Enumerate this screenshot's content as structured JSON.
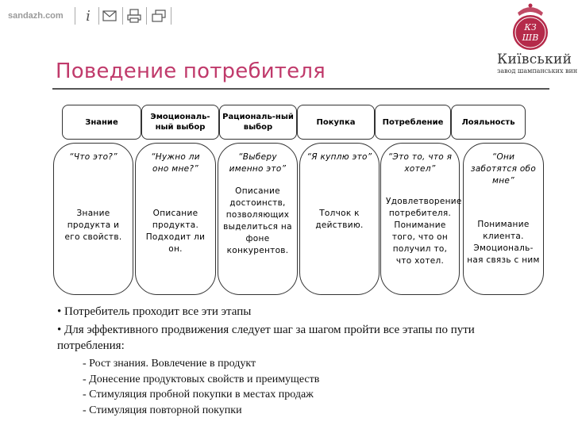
{
  "toolbar": {
    "site": "sandazh.com",
    "info_glyph": "i",
    "icons": [
      "info-icon",
      "mail-icon",
      "print-icon",
      "window-icon"
    ]
  },
  "logo": {
    "monogram": "КЗШВ",
    "brand": "Київський",
    "sub": "завод шампанських вин"
  },
  "title": "Поведение потребителя",
  "colors": {
    "title": "#c03a6b",
    "logo": "#b52a4a"
  },
  "stages": [
    {
      "label": "Знание",
      "quote": "“Что это?”",
      "desc": "Знание продукта и его свойств."
    },
    {
      "label": "Эмоциональ-ный выбор",
      "quote": "“Нужно ли оно мне?”",
      "desc": "Описание продукта. Подходит ли он."
    },
    {
      "label": "Рациональ-ный выбор",
      "quote": "“Выберу именно это”",
      "desc": "Описание достоинств, позволяющих выделиться на фоне конкурентов."
    },
    {
      "label": "Покупка",
      "quote": "“Я куплю это”",
      "desc": "Толчок к действию."
    },
    {
      "label": "Потребление",
      "quote": "“Это то, что я хотел”",
      "desc": "Удовлетворение потребителя. Понимание того, что он получил то, что хотел."
    },
    {
      "label": "Лояльность",
      "quote": "“Они заботятся обо мне”",
      "desc": "Понимание клиента. Эмоциональ-ная связь с ним"
    }
  ],
  "bullets": [
    "Потребитель проходит все эти этапы",
    "Для эффективного продвижения следует шаг за шагом пройти все этапы по пути потребления:"
  ],
  "steps": [
    "- Рост знания. Вовлечение в продукт",
    "- Донесение продуктовых свойств и преимуществ",
    "- Стимуляция пробной покупки в местах продаж",
    "- Стимуляция повторной покупки"
  ]
}
